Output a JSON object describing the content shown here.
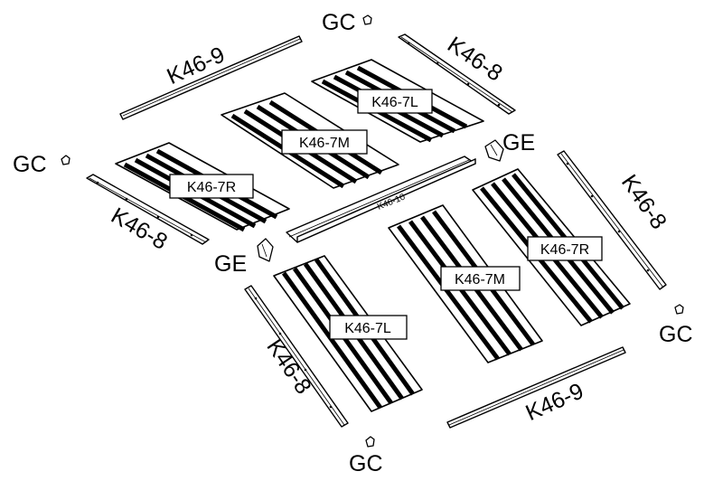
{
  "diagram": {
    "panels": {
      "top_left": "K46-7R",
      "top_middle": "K46-7M",
      "top_right": "K46-7L",
      "bottom_left": "K46-7L",
      "bottom_middle": "K46-7M",
      "bottom_right": "K46-7R"
    },
    "rails": {
      "top_long": "K46-9",
      "bottom_long": "K46-9",
      "top_right_short": "K46-8",
      "left_short": "K46-8",
      "right_short": "K46-8",
      "bottom_left_short": "K46-8",
      "ridge": "K46-10"
    },
    "fittings": {
      "gc_top": "GC",
      "gc_left": "GC",
      "gc_right": "GC",
      "gc_bottom": "GC",
      "ge_upper": "GE",
      "ge_lower": "GE"
    }
  }
}
